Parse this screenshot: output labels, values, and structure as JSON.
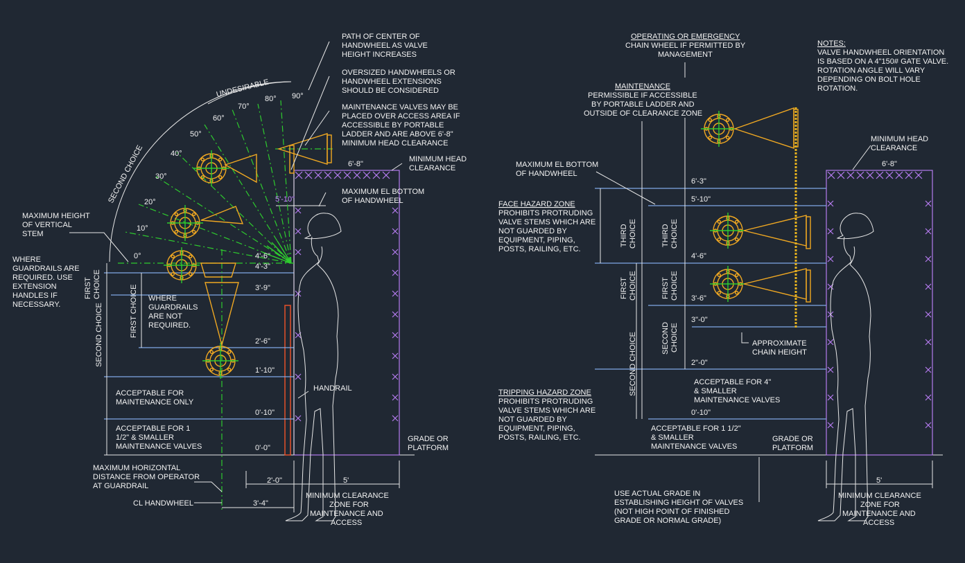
{
  "left": {
    "notes_top": [
      [
        "PATH OF CENTER OF",
        "HANDWHEEL AS VALVE",
        "HEIGHT INCREASES"
      ],
      [
        "OVERSIZED HANDWHEELS OR",
        "HANDWHEEL EXTENSIONS",
        "SHOULD BE CONSIDERED"
      ],
      [
        "MAINTENANCE VALVES MAY BE",
        "PLACED OVER ACCESS AREA IF",
        "ACCESSIBLE BY PORTABLE",
        "LADDER AND ARE ABOVE 6'-8\"",
        "MINIMUM HEAD CLEARANCE"
      ]
    ],
    "min_head": [
      "MINIMUM HEAD",
      "CLEARANCE"
    ],
    "max_el": [
      "MAXIMUM EL BOTTOM",
      "OF HANDWHEEL"
    ],
    "undesirable": "UNDESIRABLE",
    "second_choice_arc": "SECOND CHOICE",
    "angles": [
      "0°",
      "10°",
      "20°",
      "30°",
      "40°",
      "50°",
      "60°",
      "70°",
      "80°",
      "90°"
    ],
    "max_vertical": [
      "MAXIMUM HEIGHT",
      "OF VERTICAL",
      "STEM"
    ],
    "guardrails_req": [
      "WHERE",
      "GUARDRAILS ARE",
      "REQUIRED. USE",
      "EXTENSION",
      "HANDLES IF",
      "NECESSARY."
    ],
    "guardrails_not": [
      "WHERE",
      "GUARDRAILS",
      "ARE NOT",
      "REQUIRED."
    ],
    "first_choice_v": "FIRST\nCHOICE",
    "first_choice_v1": "FIRST",
    "first_choice_v2": "CHOICE",
    "first_choice_long": "FIRST CHOICE",
    "second_choice_v": "SECOND CHOICE",
    "acc_maint": [
      "ACCEPTABLE FOR",
      "MAINTENANCE ONLY"
    ],
    "acc_small": [
      "ACCEPTABLE FOR    1",
      "1/2\" & SMALLER",
      "MAINTENANCE VALVES"
    ],
    "handrail": "HANDRAIL",
    "grade": [
      "GRADE OR",
      "PLATFORM"
    ],
    "max_horiz": [
      "MAXIMUM HORIZONTAL",
      "DISTANCE FROM OPERATOR",
      "AT GUARDRAIL"
    ],
    "cl_handwheel": "CL HANDWHEEL",
    "dims": {
      "d668": "6'-8\"",
      "d510": "5'-10\"",
      "d46": "4'-6\"",
      "d43": "4'-3\"",
      "d39": "3'-9\"",
      "d26": "2'-6\"",
      "d110": "1'-10\"",
      "d010": "0'-10\"",
      "d00": "0'-0\"",
      "d20": "2'-0\"",
      "d34": "3'-4\"",
      "d5": "5'"
    },
    "min_zone": [
      "MINIMUM CLEARANCE",
      "ZONE FOR",
      "MAINTENANCE AND",
      "ACCESS"
    ]
  },
  "right": {
    "operating_title": "OPERATING OR EMERGENCY",
    "operating_sub": [
      "CHAIN WHEEL IF PERMITTED BY",
      "MANAGEMENT"
    ],
    "maint_title": "MAINTENANCE",
    "maint_sub": [
      "PERMISSIBLE IF ACCESSIBLE",
      "BY PORTABLE LADDER AND",
      "OUTSIDE OF CLEARANCE ZONE"
    ],
    "notes_title": "NOTES:",
    "notes": [
      "VALVE HANDWHEEL ORIENTATION",
      "IS BASED ON A 4\"150# GATE VALVE.",
      "ROTATION ANGLE WILL VARY",
      "DEPENDING ON BOLT HOLE",
      "ROTATION."
    ],
    "min_head": [
      "MINIMUM HEAD",
      "CLEARANCE"
    ],
    "max_el": [
      "MAXIMUM EL BOTTOM",
      "OF HANDWHEEL"
    ],
    "face_title": "FACE HAZARD ZONE",
    "face_sub": [
      "PROHIBITS PROTRUDING",
      "VALVE STEMS WHICH ARE",
      "NOT GUARDED BY",
      "EQUIPMENT, PIPING,",
      "POSTS, RAILING, ETC."
    ],
    "trip_title": "TRIPPING HAZARD ZONE",
    "trip_sub": [
      "PROHIBITS PROTRUDING",
      "VALVE STEMS WHICH ARE",
      "NOT GUARDED BY",
      "EQUIPMENT, PIPING,",
      "POSTS, RAILING, ETC."
    ],
    "third1": "THIRD",
    "choice": "CHOICE",
    "first1": "FIRST",
    "second1": "SECOND",
    "second_choice": "SECOND CHOICE",
    "approx": [
      "APPROXIMATE",
      "CHAIN HEIGHT"
    ],
    "acc4": [
      "ACCEPTABLE FOR    4\"",
      "& SMALLER",
      "MAINTENANCE VALVES"
    ],
    "acc112": [
      "ACCEPTABLE FOR    1 1/2\"",
      "& SMALLER",
      "MAINTENANCE VALVES"
    ],
    "grade": [
      "GRADE OR",
      "PLATFORM"
    ],
    "use_actual": [
      "USE ACTUAL GRADE IN",
      "ESTABLISHING HEIGHT OF VALVES",
      "(NOT HIGH POINT OF FINISHED",
      "GRADE OR NORMAL GRADE)"
    ],
    "dims": {
      "d63": "6'-3\"",
      "d510": "5'-10\"",
      "d46": "4'-6\"",
      "d36": "3'-6\"",
      "d30": "3\"-0\"",
      "d20": "2\"-0\"",
      "d010": "0'-10\"",
      "d668": "6'-8\"",
      "d5": "5'"
    },
    "min_zone": [
      "MINIMUM CLEARANCE",
      "ZONE FOR",
      "MAINTENANCE AND",
      "ACCESS"
    ]
  }
}
